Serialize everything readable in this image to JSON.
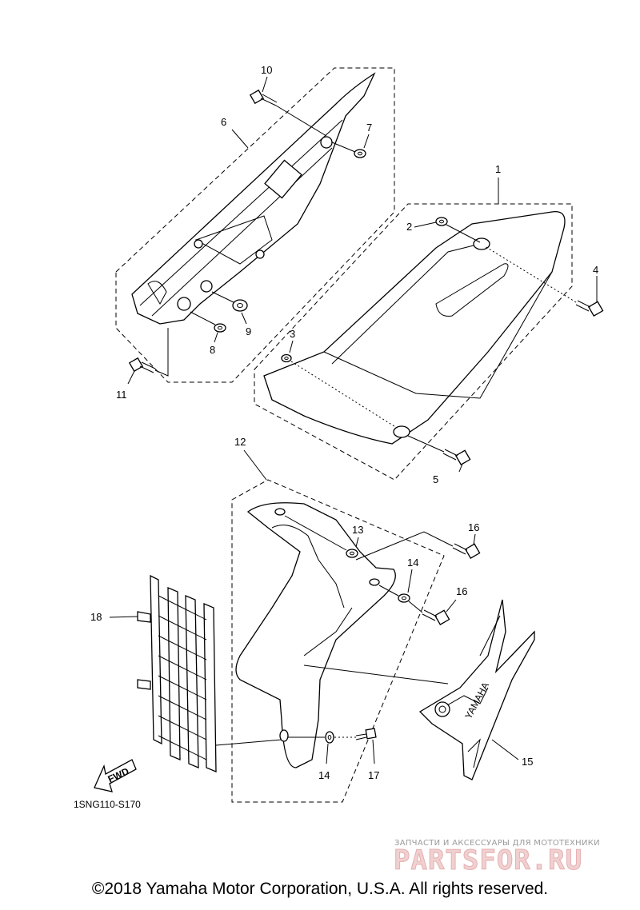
{
  "callouts": {
    "c1": "1",
    "c2": "2",
    "c3": "3",
    "c4": "4",
    "c5": "5",
    "c6": "6",
    "c7": "7",
    "c8": "8",
    "c9": "9",
    "c10": "10",
    "c11": "11",
    "c12": "12",
    "c13": "13",
    "c14a": "14",
    "c14b": "14",
    "c15": "15",
    "c16a": "16",
    "c16b": "16",
    "c17": "17",
    "c18": "18"
  },
  "fwd_label": "FWD",
  "diagram_code": "1SNG110-S170",
  "decal_text": "YAMAHA",
  "watermark": {
    "caption": "ЗАПЧАСТИ И АКСЕССУАРЫ ДЛЯ МОТОТЕХНИКИ",
    "brand": "PARTSFOR.RU"
  },
  "copyright": "©2018 Yamaha Motor Corporation, U.S.A. All rights reserved."
}
